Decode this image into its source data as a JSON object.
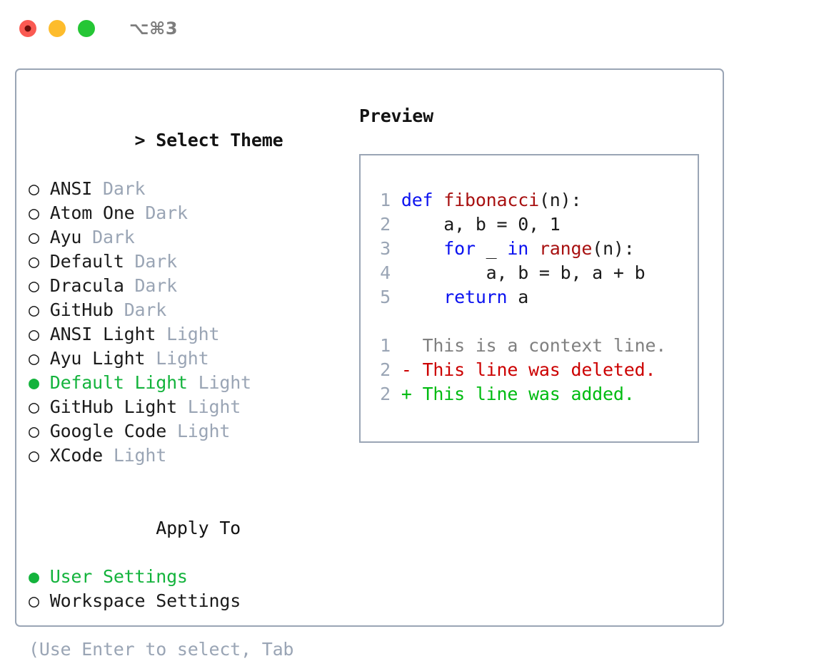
{
  "titlebar": {
    "close_label": "close",
    "minimize_label": "minimize",
    "maximize_label": "maximize",
    "shortcut": "⌥⌘3"
  },
  "theme_panel": {
    "header_caret": ">",
    "header": "Select Theme",
    "options": [
      {
        "marker": "○",
        "name": "ANSI",
        "tag": "Dark",
        "selected": false
      },
      {
        "marker": "○",
        "name": "Atom One",
        "tag": "Dark",
        "selected": false
      },
      {
        "marker": "○",
        "name": "Ayu",
        "tag": "Dark",
        "selected": false
      },
      {
        "marker": "○",
        "name": "Default",
        "tag": "Dark",
        "selected": false
      },
      {
        "marker": "○",
        "name": "Dracula",
        "tag": "Dark",
        "selected": false
      },
      {
        "marker": "○",
        "name": "GitHub",
        "tag": "Dark",
        "selected": false
      },
      {
        "marker": "○",
        "name": "ANSI Light",
        "tag": "Light",
        "selected": false
      },
      {
        "marker": "○",
        "name": "Ayu Light",
        "tag": "Light",
        "selected": false
      },
      {
        "marker": "●",
        "name": "Default Light",
        "tag": "Light",
        "selected": true
      },
      {
        "marker": "○",
        "name": "GitHub Light",
        "tag": "Light",
        "selected": false
      },
      {
        "marker": "○",
        "name": "Google Code",
        "tag": "Light",
        "selected": false
      },
      {
        "marker": "○",
        "name": "XCode",
        "tag": "Light",
        "selected": false
      }
    ]
  },
  "apply_to": {
    "header": "Apply To",
    "options": [
      {
        "marker": "●",
        "name": "User Settings",
        "selected": true
      },
      {
        "marker": "○",
        "name": "Workspace Settings",
        "selected": false
      }
    ]
  },
  "hint": "(Use Enter to select, Tab to change focus)",
  "preview": {
    "title": "Preview",
    "code_lines": [
      {
        "num": "1",
        "tokens": [
          {
            "t": "def ",
            "c": "kw"
          },
          {
            "t": "fibonacci",
            "c": "fn"
          },
          {
            "t": "(n):",
            "c": "pl"
          }
        ]
      },
      {
        "num": "2",
        "tokens": [
          {
            "t": "    a, b = 0, 1",
            "c": "pl"
          }
        ]
      },
      {
        "num": "3",
        "tokens": [
          {
            "t": "    ",
            "c": "pl"
          },
          {
            "t": "for",
            "c": "kw"
          },
          {
            "t": " _ ",
            "c": "pl"
          },
          {
            "t": "in",
            "c": "kw"
          },
          {
            "t": " ",
            "c": "pl"
          },
          {
            "t": "range",
            "c": "fn"
          },
          {
            "t": "(n):",
            "c": "pl"
          }
        ]
      },
      {
        "num": "4",
        "tokens": [
          {
            "t": "        a, b = b, a + b",
            "c": "pl"
          }
        ]
      },
      {
        "num": "5",
        "tokens": [
          {
            "t": "    ",
            "c": "pl"
          },
          {
            "t": "return",
            "c": "kw"
          },
          {
            "t": " a",
            "c": "pl"
          }
        ]
      }
    ],
    "diff_lines": [
      {
        "num": "1",
        "prefix": "  ",
        "text": "This is a context line.",
        "kind": "context"
      },
      {
        "num": "2",
        "prefix": "- ",
        "text": "This line was deleted.",
        "kind": "deleted"
      },
      {
        "num": "2",
        "prefix": "+ ",
        "text": "This line was added.",
        "kind": "added"
      }
    ]
  },
  "colors": {
    "accent_green": "#13b33c",
    "muted": "#9aa5b5",
    "border": "#9aa5b5",
    "keyword": "#0b12f0",
    "function": "#a81111",
    "diff_deleted": "#cc0000",
    "diff_added": "#00bb11",
    "diff_context": "#808080",
    "close": "#fa5a52",
    "minimize": "#fdbc2c",
    "maximize": "#25c635"
  }
}
